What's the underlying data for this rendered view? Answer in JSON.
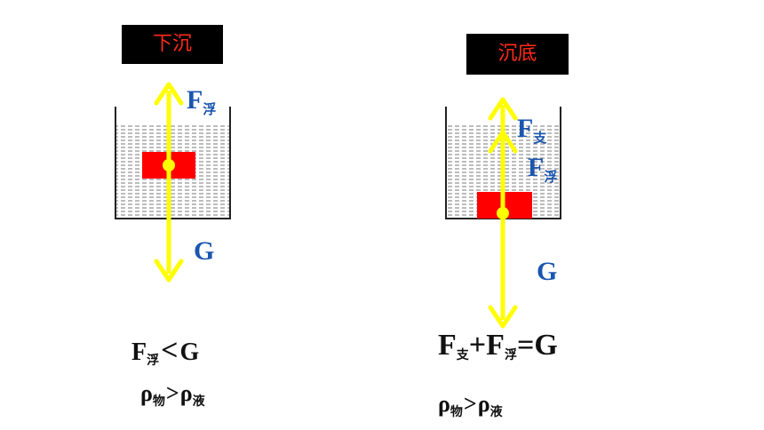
{
  "left": {
    "title": "下沉",
    "label_up": "F",
    "label_up_sub": "浮",
    "label_down": "G",
    "eq1_a": "F",
    "eq1_a_sub": "浮",
    "eq1_op": "<",
    "eq1_b": "G",
    "eq2_a": "ρ",
    "eq2_a_sub": "物",
    "eq2_op": ">",
    "eq2_b": "ρ",
    "eq2_b_sub": "液"
  },
  "right": {
    "title": "沉底",
    "label_up1": "F",
    "label_up1_sub": "支",
    "label_up2": "F",
    "label_up2_sub": "浮",
    "label_down": "G",
    "eq1_a": "F",
    "eq1_a_sub": "支",
    "eq1_op1": "+",
    "eq1_b": "F",
    "eq1_b_sub": "浮",
    "eq1_op2": "=",
    "eq1_c": "G",
    "eq2_a": "ρ",
    "eq2_a_sub": "物",
    "eq2_op": ">",
    "eq2_b": "ρ",
    "eq2_b_sub": "液"
  },
  "colors": {
    "arrow": "#ffff00",
    "block": "#ff0000",
    "label": "#1a56b0",
    "title_text": "#ff2a1a"
  }
}
